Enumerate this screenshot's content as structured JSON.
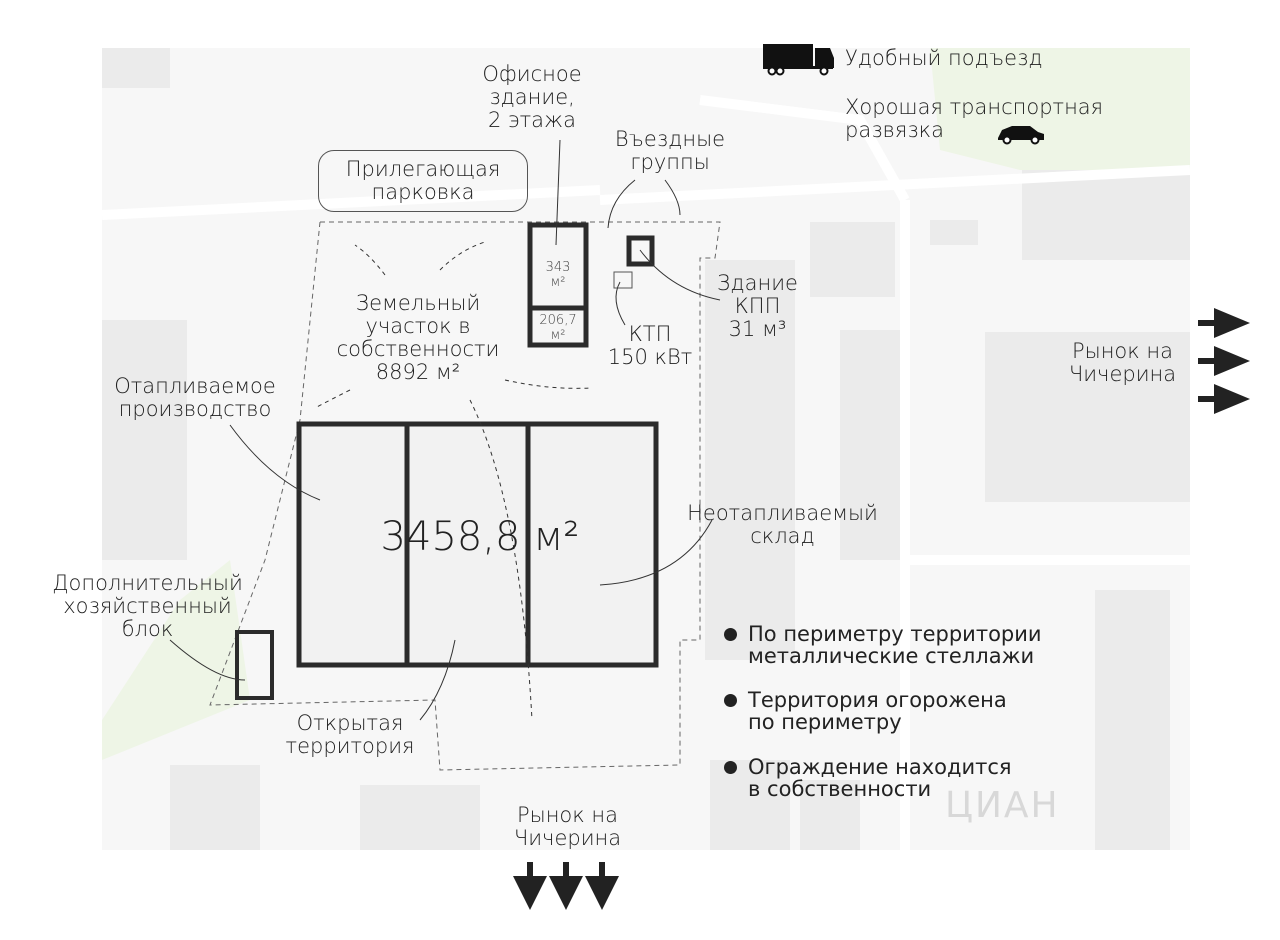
{
  "features": {
    "access": "Удобный подъезд",
    "transport_line1": "Хорошая транспортная",
    "transport_line2": "развязка"
  },
  "labels": {
    "office": [
      "Офисное",
      "здание,",
      "2 этажа"
    ],
    "entry_groups": [
      "Въездные",
      "группы"
    ],
    "parking": [
      "Прилегающая",
      "парковка"
    ],
    "office_area_1": [
      "343",
      "м²"
    ],
    "office_area_2": [
      "206,7",
      "м²"
    ],
    "checkpoint": [
      "Здание",
      "КПП",
      "31 м³"
    ],
    "ktp": [
      "КТП",
      "150 кВт"
    ],
    "land": [
      "Земельный",
      "участок в",
      "собственности",
      "8892 м²"
    ],
    "heated": [
      "Отапливаемое",
      "производство"
    ],
    "unheated": [
      "Неотапливаемый",
      "склад"
    ],
    "main_area": "3458,8 м²",
    "extra_block": [
      "Дополнительный",
      "хозяйственный",
      "блок"
    ],
    "open_area": [
      "Открытая",
      "территория"
    ],
    "market_right": [
      "Рынок на",
      "Чичерина"
    ],
    "market_bottom": [
      "Рынок на",
      "Чичерина"
    ]
  },
  "bullets": [
    [
      "По периметру территории",
      "металлические стеллажи"
    ],
    [
      "Территория огорожена",
      "по периметру"
    ],
    [
      "Ограждение находится",
      "в собственности"
    ]
  ],
  "watermark": "ЦИАН"
}
